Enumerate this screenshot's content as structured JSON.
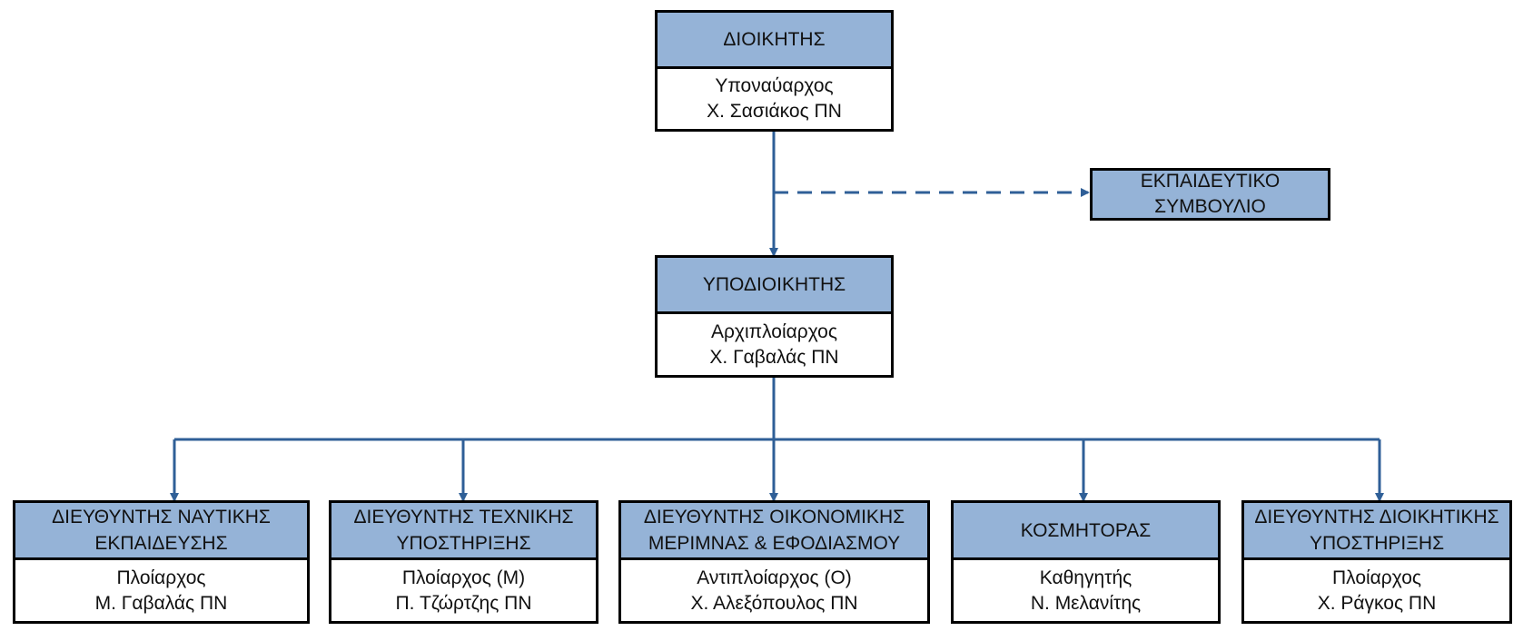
{
  "colors": {
    "header_fill": "#95b3d7",
    "connector": "#2f5f97",
    "border": "#000000"
  },
  "commander": {
    "title": "ΔΙΟΙΚΗΤΗΣ",
    "rank": "Υποναύαρχος",
    "name": "Χ. Σασιάκος ΠΝ"
  },
  "council": {
    "line1": "ΕΚΠΑΙΔΕΥΤΙΚΟ",
    "line2": "ΣΥΜΒΟΥΛΙΟ"
  },
  "deputy": {
    "title": "ΥΠΟΔΙΟΙΚΗΤΗΣ",
    "rank": "Αρχιπλοίαρχος",
    "name": "Χ. Γαβαλάς ΠΝ"
  },
  "directors": [
    {
      "title_l1": "ΔΙΕΥΘΥΝΤΗΣ ΝΑΥΤΙΚΗΣ",
      "title_l2": "ΕΚΠΑΙΔΕΥΣΗΣ",
      "rank": "Πλοίαρχος",
      "name": "Μ. Γαβαλάς ΠΝ"
    },
    {
      "title_l1": "ΔΙΕΥΘΥΝΤΗΣ ΤΕΧΝΙΚΗΣ",
      "title_l2": "ΥΠΟΣΤΗΡΙΞΗΣ",
      "rank": "Πλοίαρχος (Μ)",
      "name": "Π. Τζώρτζης ΠΝ"
    },
    {
      "title_l1": "ΔΙΕΥΘΥΝΤΗΣ ΟΙΚΟΝΟΜΙΚΗΣ",
      "title_l2": "ΜΕΡΙΜΝΑΣ & ΕΦΟΔΙΑΣΜΟΥ",
      "rank": "Αντιπλοίαρχος (Ο)",
      "name": "Χ. Αλεξόπουλος ΠΝ"
    },
    {
      "title_l1": "ΚΟΣΜΗΤΟΡΑΣ",
      "title_l2": "",
      "rank": "Καθηγητής",
      "name": "Ν. Μελανίτης"
    },
    {
      "title_l1": "ΔΙΕΥΘΥΝΤΗΣ ΔΙΟΙΚΗΤΙΚΗΣ",
      "title_l2": "ΥΠΟΣΤΗΡΙΞΗΣ",
      "rank": "Πλοίαρχος",
      "name": "Χ. Ράγκος ΠΝ"
    }
  ]
}
